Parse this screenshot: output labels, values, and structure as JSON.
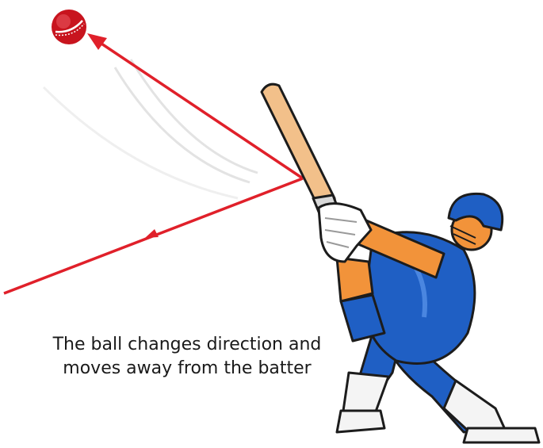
{
  "caption": {
    "line1": "The ball changes direction and",
    "line2": "moves away from the batter"
  },
  "colors": {
    "arrow": "#e0202a",
    "ball": "#c8141e",
    "bat": "#f2c08a",
    "kit": "#1f5fc4",
    "skin": "#f2933a",
    "pads": "#f4f4f4"
  },
  "icons": [
    "cricket-ball-icon",
    "batter-illustration",
    "incoming-arrow",
    "deflected-arrow"
  ]
}
